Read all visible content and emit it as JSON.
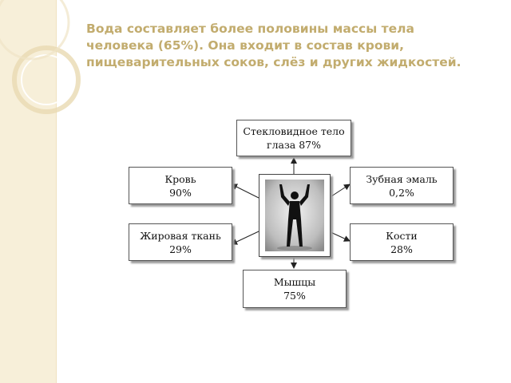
{
  "slide": {
    "title": "Вода составляет более половины массы тела человека (65%). Она входит в состав крови, пищеварительных соков, слёз и других жидкостей."
  },
  "diagram": {
    "center_icon": "human-silhouette-icon",
    "nodes": {
      "eye": {
        "name": "Стекловидное тело",
        "value": "глаза 87%"
      },
      "blood": {
        "name": "Кровь",
        "value": "90%"
      },
      "enamel": {
        "name": "Зубная эмаль",
        "value": "0,2%"
      },
      "fat": {
        "name": "Жировая ткань",
        "value": "29%"
      },
      "bones": {
        "name": "Кости",
        "value": "28%"
      },
      "muscles": {
        "name": "Мышцы",
        "value": "75%"
      }
    }
  },
  "colors": {
    "title": "#c2ac6e",
    "side_strip": "#f7efd9"
  }
}
